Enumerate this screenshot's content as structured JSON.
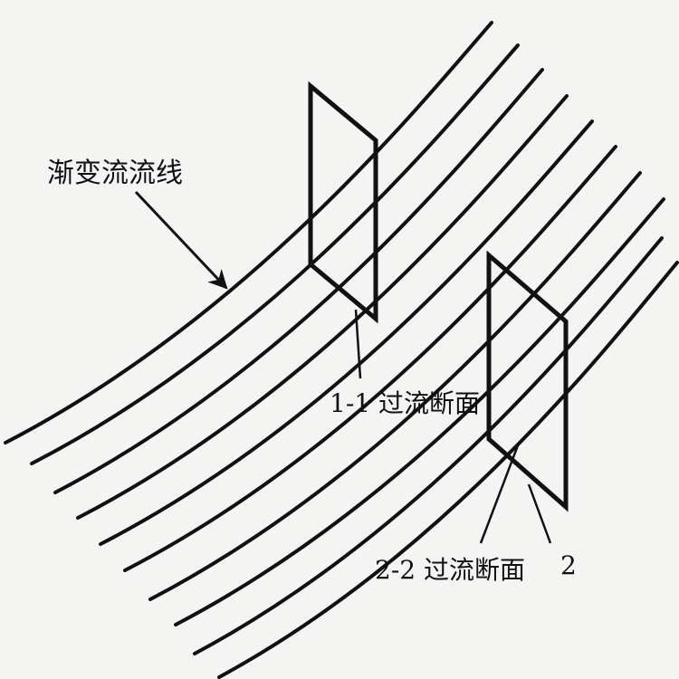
{
  "labels": {
    "streamline": "渐变流流线",
    "section_1": "1-1 过流断面",
    "section_2": "2-2 过流断面",
    "section_2_mark": "2"
  },
  "colors": {
    "ink": "#111111",
    "background": "#f4f4f3"
  },
  "streamline_count": 10
}
